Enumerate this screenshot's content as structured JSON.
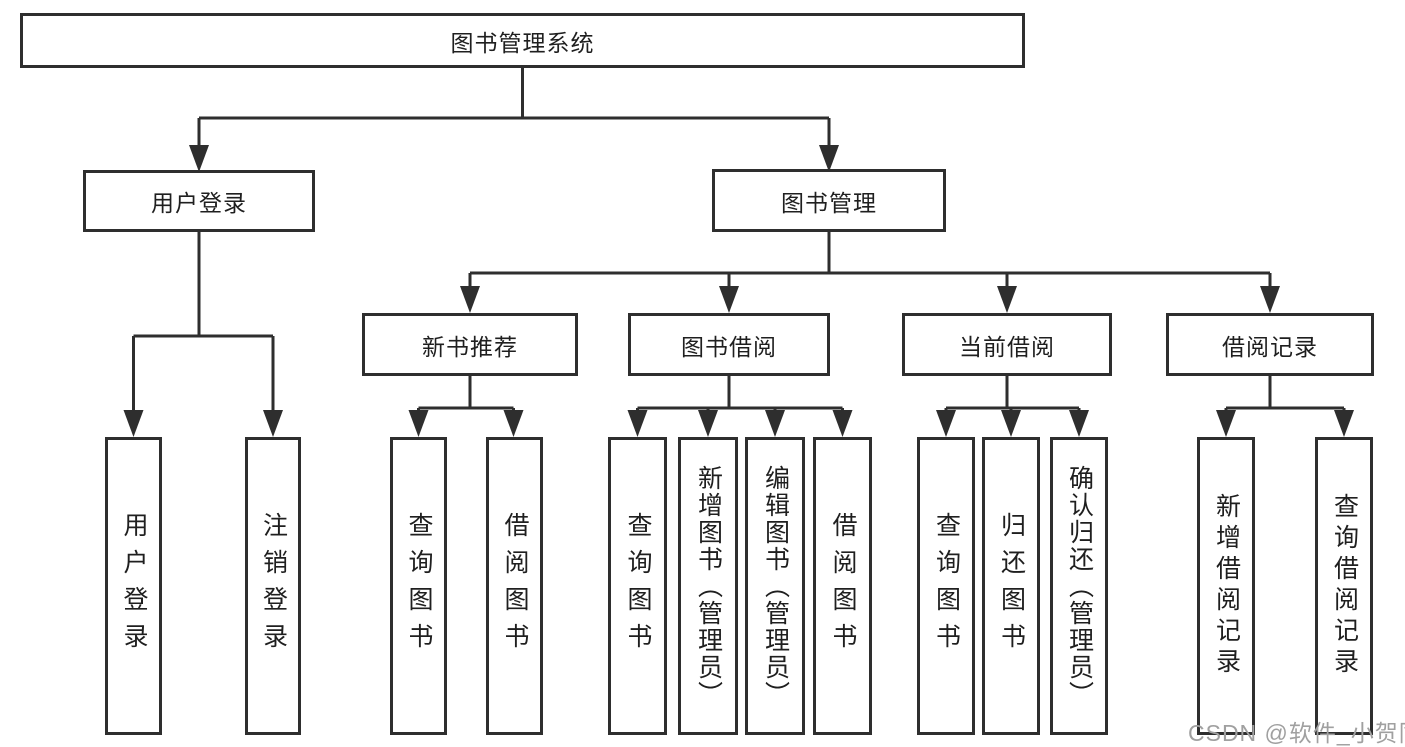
{
  "tree": {
    "root": {
      "label": "图书管理系统",
      "children": [
        {
          "label": "用户登录",
          "children": [
            {
              "label": "用户登录"
            },
            {
              "label": "注销登录"
            }
          ]
        },
        {
          "label": "图书管理",
          "children": [
            {
              "label": "新书推荐",
              "children": [
                {
                  "label": "查询图书"
                },
                {
                  "label": "借阅图书"
                }
              ]
            },
            {
              "label": "图书借阅",
              "children": [
                {
                  "label": "查询图书"
                },
                {
                  "label": "新增图书（管理员）"
                },
                {
                  "label": "编辑图书（管理员）"
                },
                {
                  "label": "借阅图书"
                }
              ]
            },
            {
              "label": "当前借阅",
              "children": [
                {
                  "label": "查询图书"
                },
                {
                  "label": "归还图书"
                },
                {
                  "label": "确认归还（管理员）"
                }
              ]
            },
            {
              "label": "借阅记录",
              "children": [
                {
                  "label": "新增借阅记录"
                },
                {
                  "label": "查询借阅记录"
                }
              ]
            }
          ]
        }
      ]
    }
  },
  "watermark": {
    "text": "CSDN @软件_小贺同学"
  },
  "colors": {
    "line": "#2e2e2e",
    "text": "#1f1f1f",
    "watermark": "#a0a0a0",
    "background": "#ffffff"
  }
}
